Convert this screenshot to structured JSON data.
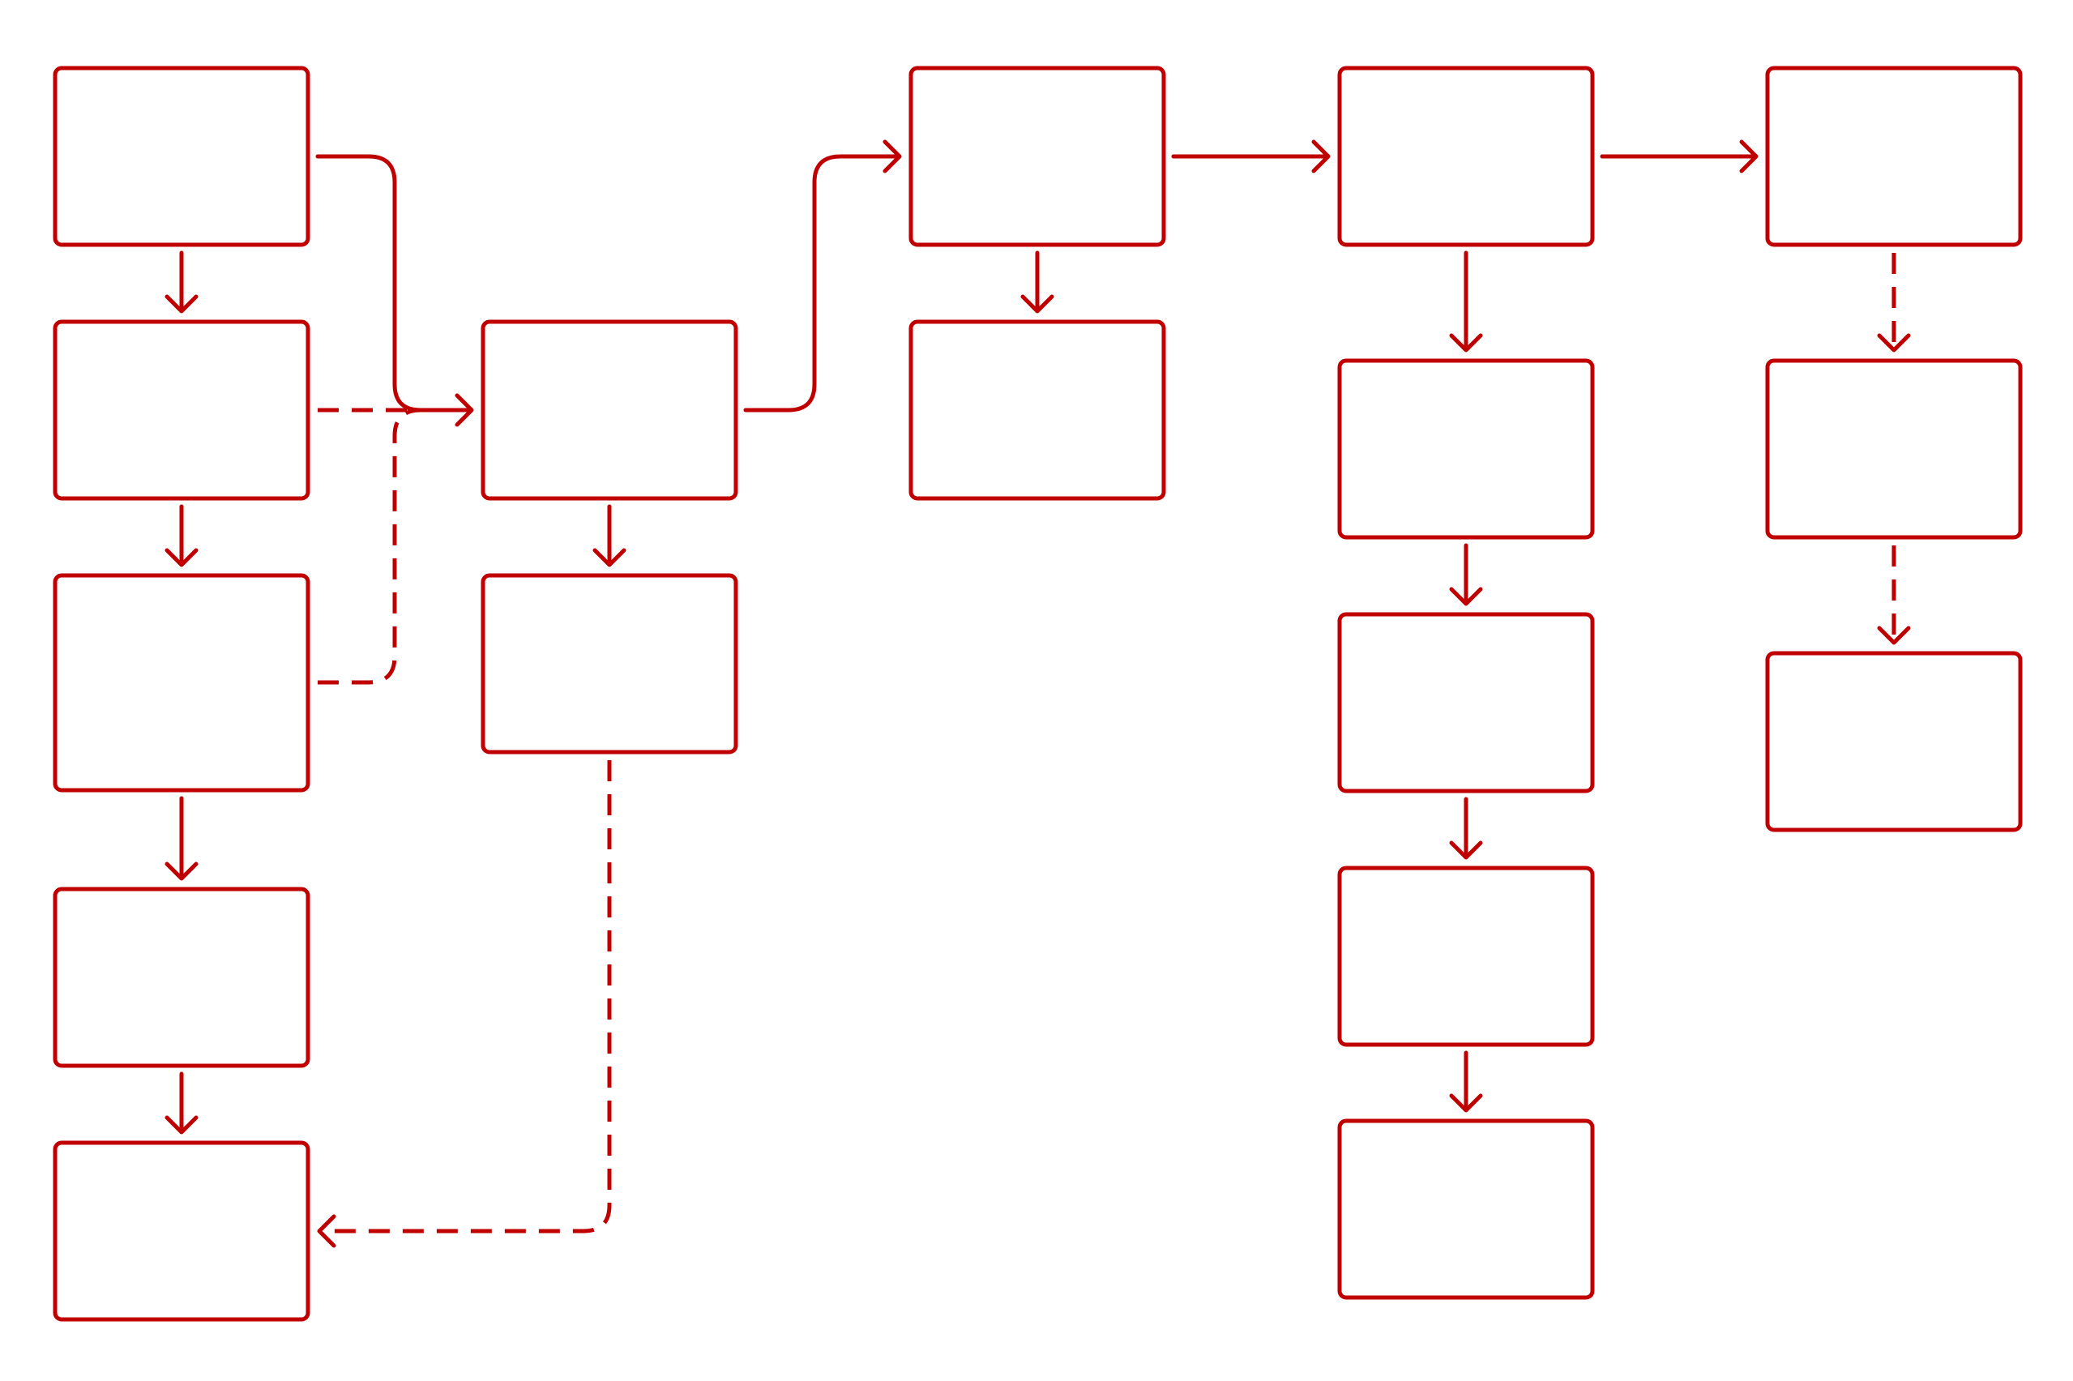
{
  "diagram": {
    "type": "flowchart",
    "colors": {
      "stroke": "#c00000",
      "node_fill": "#ffffff",
      "background": "#ffffff"
    },
    "nodes": [
      {
        "id": "n1",
        "label": ""
      },
      {
        "id": "n2",
        "label": ""
      },
      {
        "id": "n3",
        "label": ""
      },
      {
        "id": "n4",
        "label": ""
      },
      {
        "id": "n5",
        "label": ""
      },
      {
        "id": "n6",
        "label": ""
      },
      {
        "id": "n7",
        "label": ""
      },
      {
        "id": "n8",
        "label": ""
      },
      {
        "id": "n9",
        "label": ""
      },
      {
        "id": "n10",
        "label": ""
      },
      {
        "id": "n11",
        "label": ""
      },
      {
        "id": "n12",
        "label": ""
      },
      {
        "id": "n13",
        "label": ""
      },
      {
        "id": "n14",
        "label": ""
      },
      {
        "id": "n15",
        "label": ""
      },
      {
        "id": "n16",
        "label": ""
      },
      {
        "id": "n17",
        "label": ""
      }
    ],
    "edges": [
      {
        "from": "n1",
        "to": "n2",
        "style": "solid"
      },
      {
        "from": "n2",
        "to": "n3",
        "style": "solid"
      },
      {
        "from": "n3",
        "to": "n4",
        "style": "solid"
      },
      {
        "from": "n4",
        "to": "n5",
        "style": "solid"
      },
      {
        "from": "n1",
        "to": "n6",
        "style": "solid"
      },
      {
        "from": "n2",
        "to": "n6",
        "style": "dashed"
      },
      {
        "from": "n3",
        "to": "n6",
        "style": "dashed"
      },
      {
        "from": "n6",
        "to": "n7",
        "style": "solid"
      },
      {
        "from": "n7",
        "to": "n5",
        "style": "dashed"
      },
      {
        "from": "n6",
        "to": "n8",
        "style": "solid"
      },
      {
        "from": "n8",
        "to": "n9",
        "style": "solid"
      },
      {
        "from": "n8",
        "to": "n10",
        "style": "solid"
      },
      {
        "from": "n10",
        "to": "n11",
        "style": "solid"
      },
      {
        "from": "n11",
        "to": "n12",
        "style": "solid"
      },
      {
        "from": "n12",
        "to": "n13",
        "style": "solid"
      },
      {
        "from": "n13",
        "to": "n14",
        "style": "solid"
      },
      {
        "from": "n10",
        "to": "n15",
        "style": "solid"
      },
      {
        "from": "n15",
        "to": "n16",
        "style": "dashed"
      },
      {
        "from": "n16",
        "to": "n17",
        "style": "dashed"
      }
    ]
  }
}
